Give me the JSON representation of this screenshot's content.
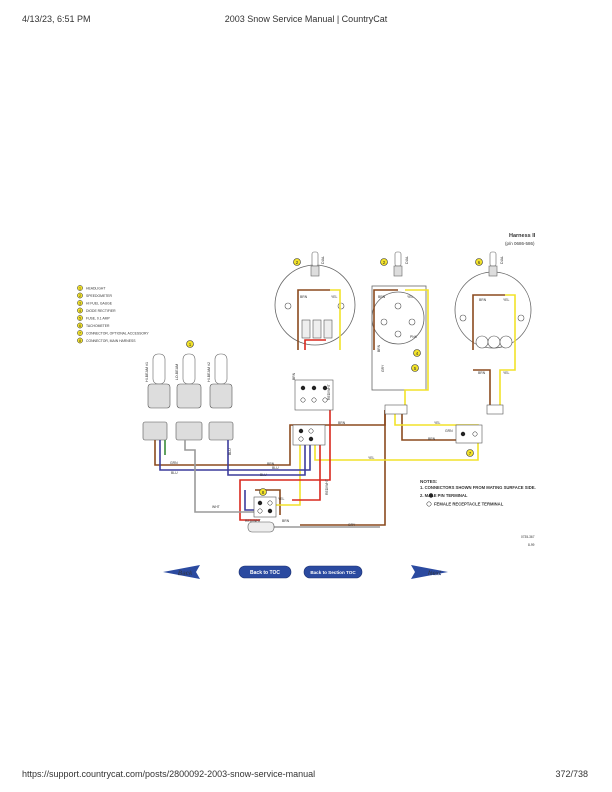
{
  "header": {
    "datetime": "4/13/23, 6:51 PM",
    "title": "2003 Snow Service Manual | CountryCat"
  },
  "footer": {
    "url": "https://support.countrycat.com/posts/2800092-2003-snow-service-manual",
    "page": "372/738"
  },
  "diagram": {
    "harness_title": "Harness II",
    "harness_pn": "(p/n 0686-586)",
    "legend": [
      {
        "num": "1",
        "text": "HEADLIGHT"
      },
      {
        "num": "2",
        "text": "SPEEDOMETER"
      },
      {
        "num": "3",
        "text": "HI FUEL GAUGE"
      },
      {
        "num": "4",
        "text": "DIODE RECTIFIER"
      },
      {
        "num": "5",
        "text": "FUSE, 0.1 AMP"
      },
      {
        "num": "6",
        "text": "TACHOMETER"
      },
      {
        "num": "7",
        "text": "CONNECTOR, OPTIONAL ACCESSORY"
      },
      {
        "num": "8",
        "text": "CONNECTOR, MAIN HARNESS"
      }
    ],
    "bulbs": [
      "HI-BEAM #1",
      "LO-BEAM",
      "HI-BEAM #2"
    ],
    "headlight_callout": "1",
    "gauge_callouts": [
      "2",
      "2",
      "6"
    ],
    "diode_callout": "4",
    "fuse_callout": "5",
    "connector_callout": "7",
    "main_connector_callout": "8",
    "wire_labels": {
      "brn": "BRN",
      "yel": "YEL",
      "blu": "BLU",
      "grn": "GRN",
      "wht": "WHT",
      "gry": "GRY",
      "red_wht": "RED/WHT",
      "pnk": "PNK",
      "dial": "DIAL"
    },
    "notes_title": "NOTES:",
    "notes": [
      "1. CONNECTORS SHOWN FROM MATING SURFACE SIDE.",
      "2. MALE PIN TERMINAL",
      "FEMALE RECEPTACLE TERMINAL"
    ],
    "fig_code": "0735-367",
    "page_code": "8-99"
  },
  "nav": {
    "back": "Back",
    "toc": "Back to TOC",
    "section_toc": "Back to Section TOC",
    "next": "Next"
  },
  "colors": {
    "brown": "#8b4a1e",
    "yellow": "#f2e22a",
    "red": "#d9281e",
    "blue": "#3c3c9c",
    "gray": "#9a9a9a",
    "nav_blue": "#2b4aa0"
  }
}
